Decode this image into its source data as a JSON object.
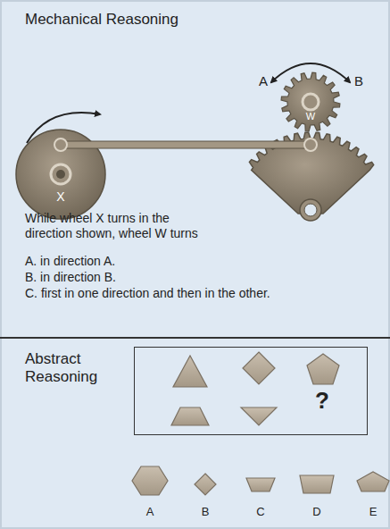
{
  "diagram": {
    "nodes": [
      {
        "text": [
          "?"
        ]
      }
    ],
    "labels": [
      "Mechanical Reasoning",
      "A",
      "B",
      "W",
      "X",
      "While wheel X turns in the direction shown, wheel W turns",
      "A. in direction A.",
      "B. in direction B.",
      "C. first in one direction and then in the other.",
      "Abstract Reasoning",
      "A",
      "B",
      "C",
      "D",
      "E"
    ]
  }
}
